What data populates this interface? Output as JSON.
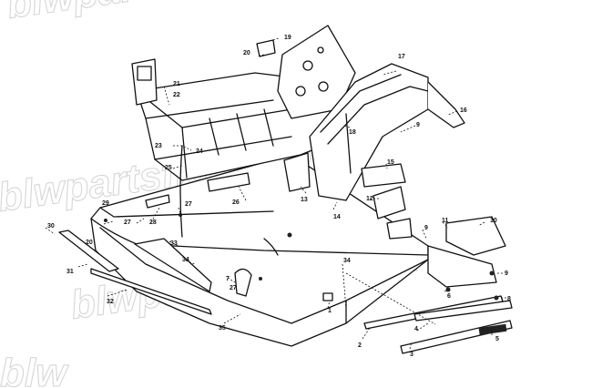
{
  "watermark": {
    "text_top": "blwpartsfiche.com",
    "text_middle": "blwpartsfiche.com",
    "text_lower": "blwpartsfiche.com",
    "text_corner": "blw"
  },
  "callouts": {
    "c1": "1",
    "c2": "2",
    "c3": "3",
    "c4": "4",
    "c5": "5",
    "c6": "6",
    "c7": "7",
    "c8": "8",
    "c9a": "9",
    "c9b": "9",
    "c9c": "9",
    "c10": "10",
    "c11": "11",
    "c12": "12",
    "c13": "13",
    "c14": "14",
    "c15": "15",
    "c16": "16",
    "c17": "17",
    "c18": "18",
    "c19": "19",
    "c20": "20",
    "c21": "21",
    "c22": "22",
    "c23": "23",
    "c24": "24",
    "c25": "25",
    "c26": "26",
    "c27a": "27",
    "c27b": "27",
    "c27c": "27",
    "c28": "28",
    "c29": "29",
    "c30": "30",
    "c31": "31",
    "c32": "32",
    "c33": "33",
    "c34a": "34",
    "c34b": "34",
    "c35": "35",
    "c20b": "20"
  }
}
